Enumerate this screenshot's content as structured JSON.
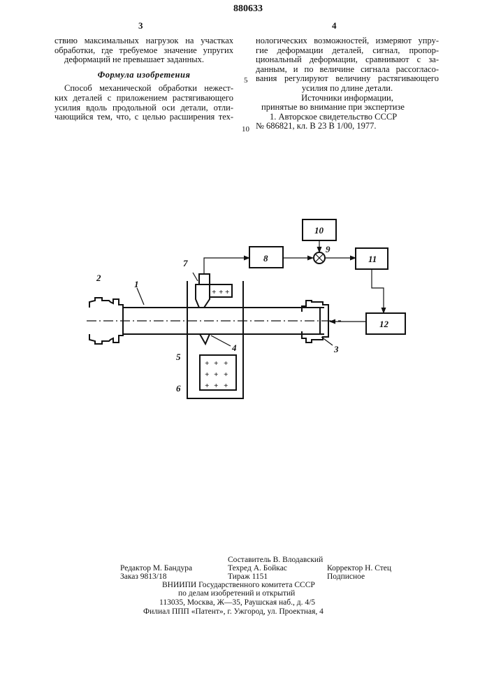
{
  "header": {
    "page_left": "3",
    "patent_number": "880633",
    "page_right": "4"
  },
  "left_column": {
    "lines": [
      "ствию максимальных нагрузок на участках",
      "обработки, где требуемое значение упругих",
      "деформаций не превышает заданных."
    ],
    "heading": "Формула изобретения",
    "claim_lines": [
      "Способ механической обработки нежест-",
      "ких деталей с приложением растягивающего",
      "усилия вдоль продольной оси детали, отли-",
      "чающийся тем, что, с целью расширения тех-"
    ]
  },
  "right_column": {
    "lines": [
      "нологических возможностей, измеряют упру-",
      "гие деформации деталей, сигнал, пропор-",
      "циональный деформации, сравнивают с за-",
      "данным, и по величине сигнала рассогласо-",
      "вания регулируют величину растягивающего",
      "усилия по длине детали."
    ],
    "sources_title": "Источники информации,",
    "sources_subtitle": "принятые во внимание при экспертизе",
    "sources_item_1": "1. Авторское свидетельство СССР",
    "sources_item_2": "№ 686821, кл. В 23 В 1/00, 1977."
  },
  "margin_numbers": [
    "5",
    "10"
  ],
  "diagram_labels": {
    "l1": "1",
    "l2": "2",
    "l3": "3",
    "l4": "4",
    "l5": "5",
    "l6": "6",
    "l7": "7",
    "l8": "8",
    "l9": "9",
    "l10": "10",
    "l11": "11",
    "l12": "12"
  },
  "footer": {
    "compiler": "Составитель В. Влодавский",
    "editor": "Редактор М. Бандура",
    "techred": "Техред А. Бойкас",
    "corrector": "Корректор Н. Стец",
    "order": "Заказ 9813/18",
    "circulation": "Тираж 1151",
    "subscription": "Подписное",
    "org1": "ВНИИПИ Государственного комитета СССР",
    "org2": "по делам изобретений и открытий",
    "address": "113035, Москва, Ж—35, Раушская наб., д. 4/5",
    "branch": "Филиал ППП «Патент», г. Ужгород, ул. Проектная, 4"
  }
}
